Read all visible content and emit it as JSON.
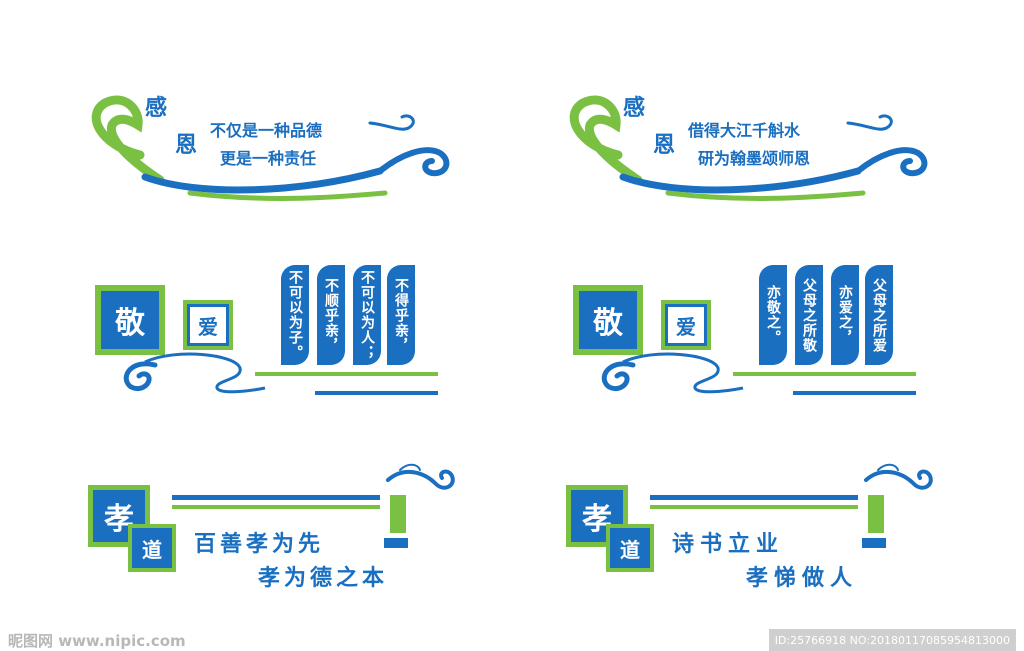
{
  "colors": {
    "blue": "#1a6fc0",
    "green": "#7ac143",
    "white": "#ffffff",
    "footer_bg": "#cfcfcf"
  },
  "icons": [
    "heart-outline-icon",
    "cloud-swirl-icon"
  ],
  "top_left": {
    "char1": "感",
    "char2": "恩",
    "line1": "不仅是一种品德",
    "line2": "更是一种责任"
  },
  "top_right": {
    "char1": "感",
    "char2": "恩",
    "line1": "借得大江千斛水",
    "line2": "研为翰墨颂师恩"
  },
  "mid_left": {
    "box1": "敬",
    "box2": "爱",
    "bars": [
      "不可以为子。",
      "不顺乎亲，",
      "不可以为人；",
      "不得乎亲，"
    ]
  },
  "mid_right": {
    "box1": "敬",
    "box2": "爱",
    "bars": [
      "亦敬之。",
      "父母之所敬",
      "亦爱之，",
      "父母之所爱"
    ]
  },
  "bot_left": {
    "box1": "孝",
    "box2": "道",
    "line1": "百善孝为先",
    "line2": "孝为德之本"
  },
  "bot_right": {
    "box1": "孝",
    "box2": "道",
    "line1": "诗书立业",
    "line2": "孝悌做人"
  },
  "footer": {
    "left": "昵图网 www.nipic.com",
    "right": "ID:25766918 NO:20180117085954813000"
  }
}
